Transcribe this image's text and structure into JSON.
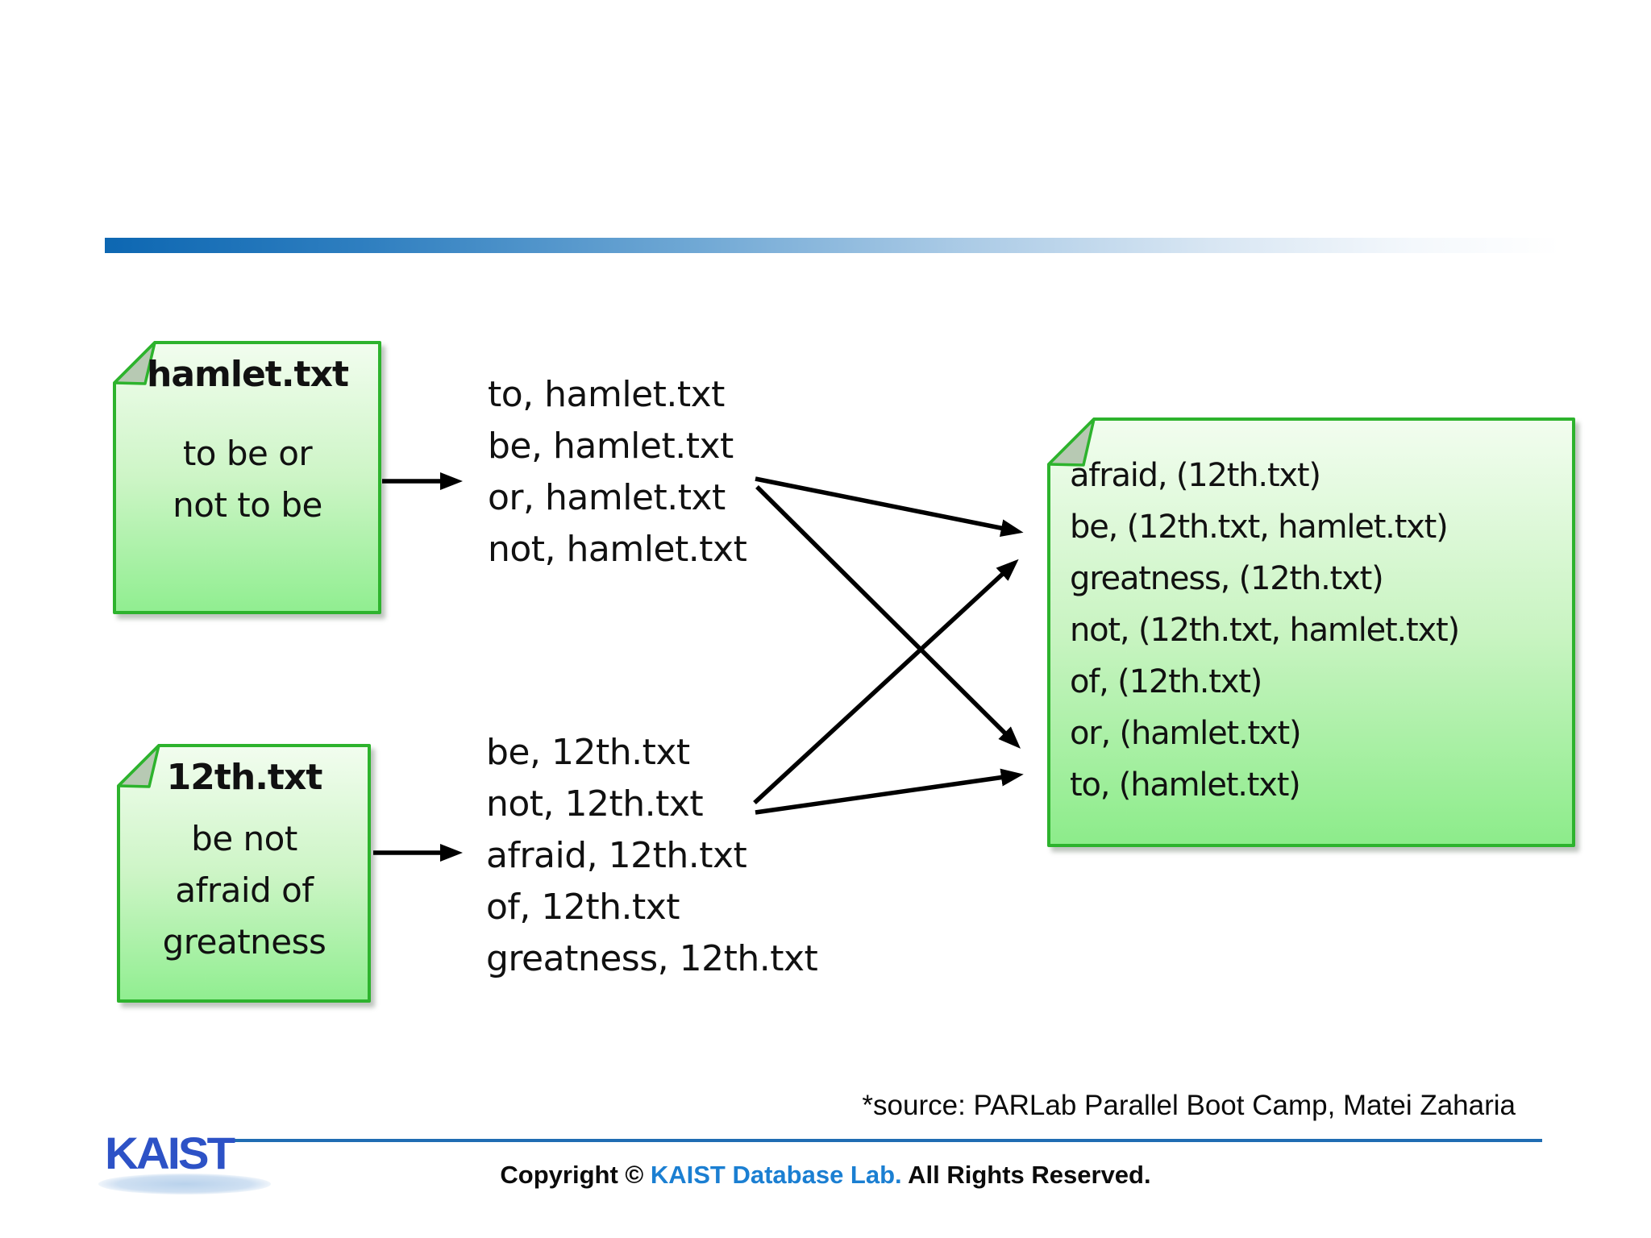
{
  "notes": {
    "hamlet": {
      "title": "hamlet.txt",
      "lines": [
        "to be or",
        "not to be"
      ]
    },
    "twelfth": {
      "title": "12th.txt",
      "lines": [
        "be not",
        "afraid of",
        "greatness"
      ]
    },
    "reduce": {
      "lines": [
        "afraid, (12th.txt)",
        "be, (12th.txt, hamlet.txt)",
        "greatness, (12th.txt)",
        "not, (12th.txt, hamlet.txt)",
        "of, (12th.txt)",
        "or, (hamlet.txt)",
        "to, (hamlet.txt)"
      ]
    }
  },
  "map_outputs": {
    "hamlet_lines": [
      "to, hamlet.txt",
      "be, hamlet.txt",
      "or, hamlet.txt",
      "not, hamlet.txt"
    ],
    "twelfth_lines": [
      "be, 12th.txt",
      "not, 12th.txt",
      "afraid, 12th.txt",
      "of, 12th.txt",
      "greatness, 12th.txt"
    ]
  },
  "footer": {
    "source": "*source: PARLab Parallel Boot Camp, Matei Zaharia",
    "logo_text": "KAIST",
    "copyright_prefix": "Copyright © ",
    "copyright_lab": "KAIST Database Lab.",
    "copyright_suffix": " All Rights Reserved."
  },
  "colors": {
    "note_border_green": "#2db32d",
    "note_fill_top": "#f2fdef",
    "note_fill_bottom": "#90ee90",
    "fold_gray_green": "#b7c9b3",
    "top_bar_blue": "#0d67b2",
    "footer_rule_blue": "#1f6cb3",
    "copyright_lab_blue": "#1b7fd2",
    "kaist_logo_blue": "#2d52c6",
    "arrow_black": "#000000"
  }
}
